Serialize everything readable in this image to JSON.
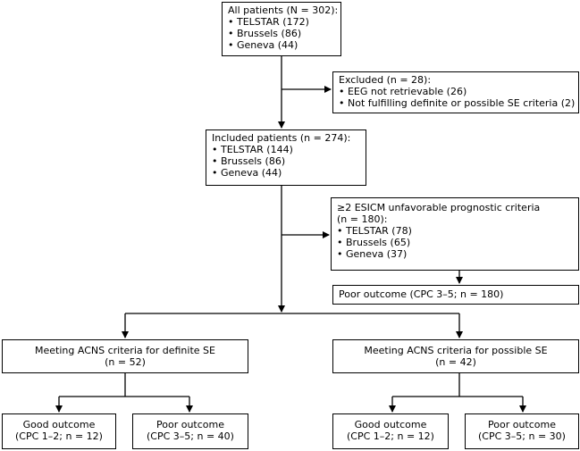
{
  "all_patients": {
    "title": "All patients (N = 302):",
    "items": [
      "• TELSTAR (172)",
      "• Brussels (86)",
      "• Geneva (44)"
    ]
  },
  "excluded": {
    "title": "Excluded (n = 28):",
    "items": [
      "• EEG not retrievable (26)",
      "• Not fulfilling definite or possible SE criteria (2)"
    ]
  },
  "included": {
    "title": "Included patients (n = 274):",
    "items": [
      "• TELSTAR (144)",
      "• Brussels (86)",
      "• Geneva (44)"
    ]
  },
  "unfavorable": {
    "title_line1": "≥2 ESICM unfavorable prognostic criteria",
    "title_line2": "(n = 180):",
    "items": [
      "• TELSTAR (78)",
      "• Brussels (65)",
      "• Geneva (37)"
    ]
  },
  "poor_outcome_top": {
    "label": "Poor outcome (CPC 3–5; n = 180)"
  },
  "definite_se": {
    "line1": "Meeting ACNS criteria for definite SE",
    "line2": "(n = 52)"
  },
  "possible_se": {
    "line1": "Meeting ACNS criteria for possible SE",
    "line2": "(n = 42)"
  },
  "definite_good": {
    "line1": "Good outcome",
    "line2": "(CPC 1–2; n = 12)"
  },
  "definite_poor": {
    "line1": "Poor outcome",
    "line2": "(CPC 3–5; n = 40)"
  },
  "possible_good": {
    "line1": "Good outcome",
    "line2": "(CPC 1–2; n = 12)"
  },
  "possible_poor": {
    "line1": "Poor outcome",
    "line2": "(CPC 3–5; n = 30)"
  }
}
